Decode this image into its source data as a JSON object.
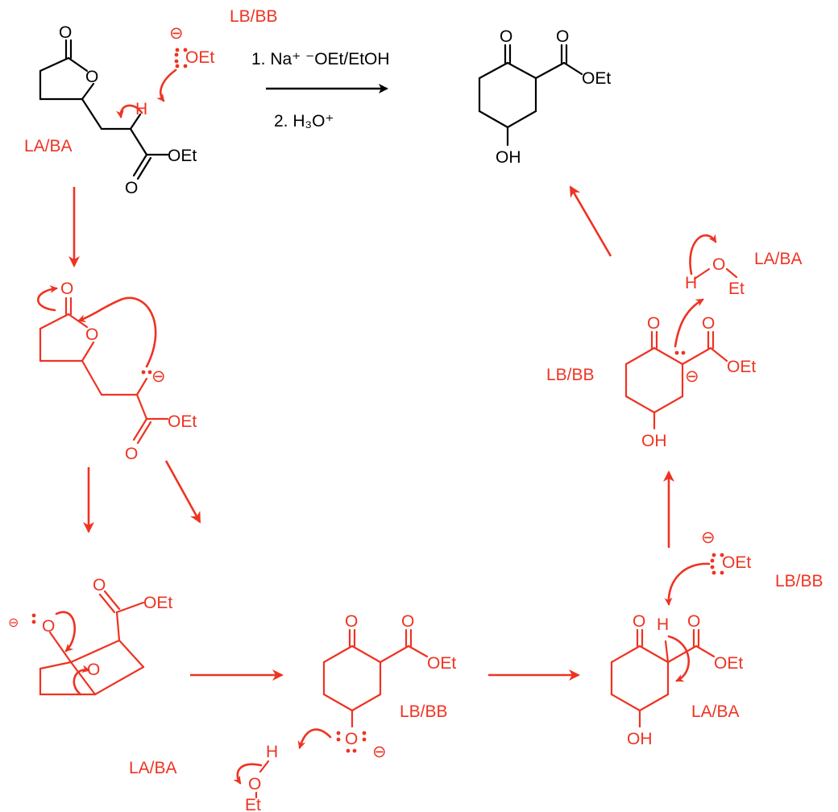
{
  "reagents": {
    "step1": "1. Na⁺ ⁻OEt/EtOH",
    "step2": "2. H₃O⁺"
  },
  "atoms": {
    "O": "O",
    "H": "H",
    "OEt": "OEt",
    "OH": "OH",
    "Et": "Et"
  },
  "charges": {
    "minus": "⊖"
  },
  "labels": {
    "lb_bb": "LB/BB",
    "la_ba": "LA/BA"
  },
  "colors": {
    "mechanism": "#ee3322",
    "structure": "#000000"
  }
}
